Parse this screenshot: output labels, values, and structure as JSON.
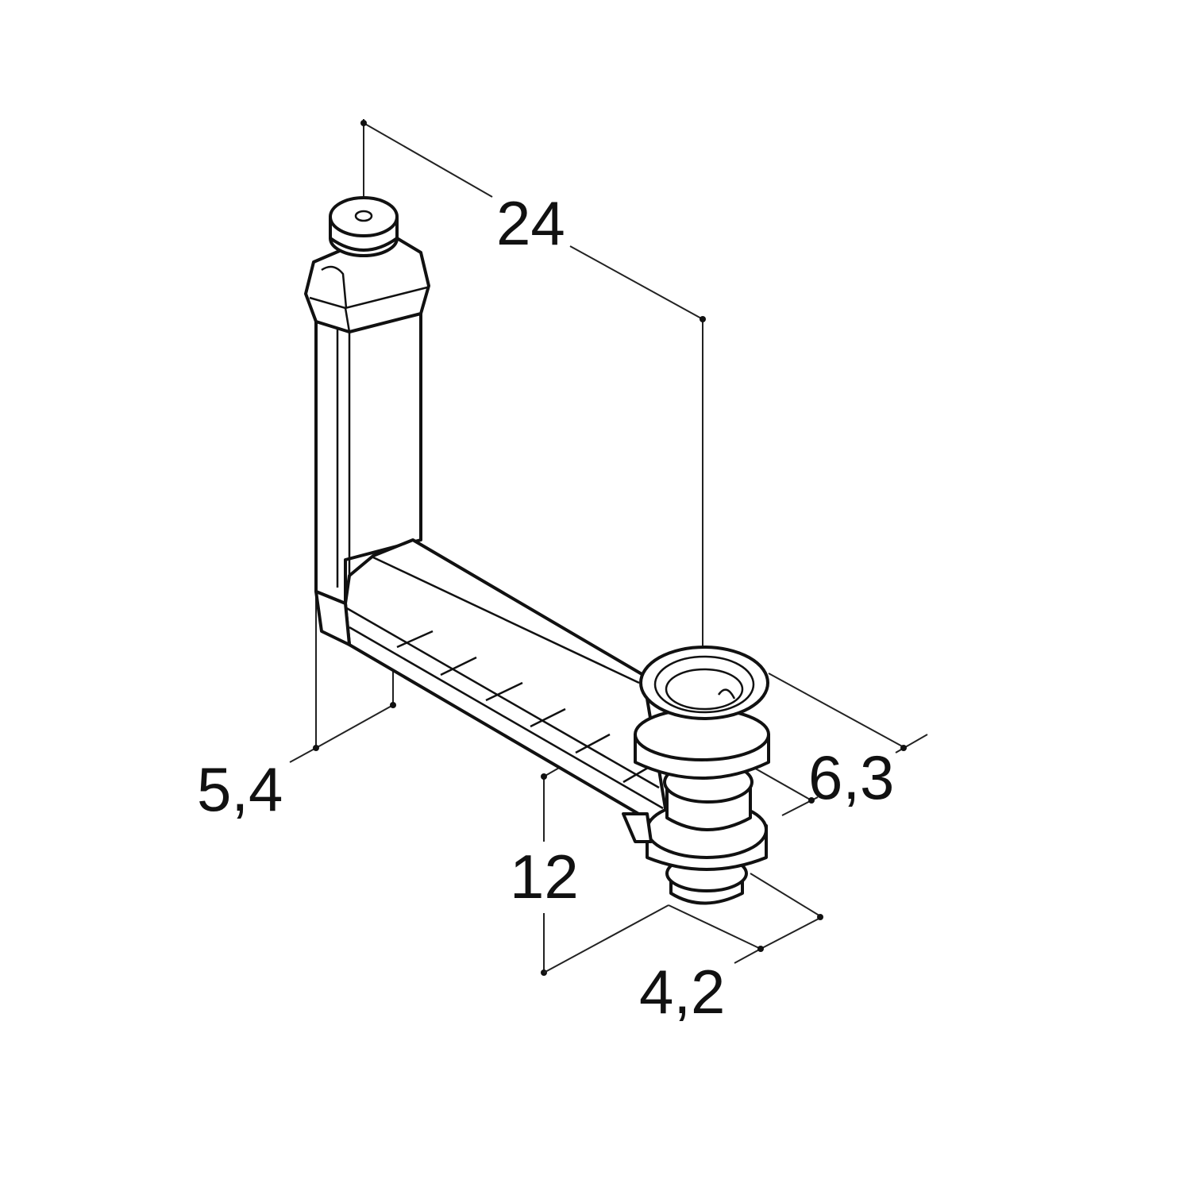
{
  "drawing": {
    "dimensions": {
      "length": "24",
      "column_width": "5,4",
      "flange_width": "6,3",
      "height": "12",
      "outlet_width": "4,2"
    },
    "stroke_color": "#111111",
    "background_color": "#ffffff"
  }
}
